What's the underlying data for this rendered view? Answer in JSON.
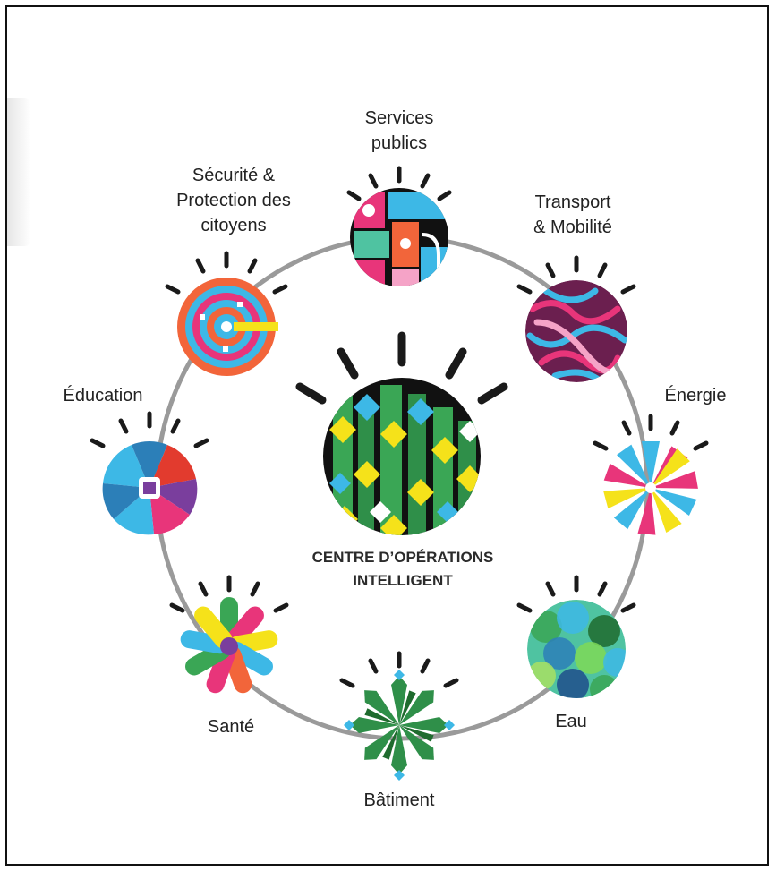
{
  "diagram": {
    "center": {
      "line1": "CENTRE D’OPÉRATIONS",
      "line2": "INTELLIGENT"
    },
    "nodes": {
      "services_publics": {
        "line1": "Services",
        "line2": "publics"
      },
      "transport": {
        "line1": "Transport",
        "line2": "& Mobilité"
      },
      "energie": {
        "label": "Énergie"
      },
      "eau": {
        "label": "Eau"
      },
      "batiment": {
        "label": "Bâtiment"
      },
      "sante": {
        "label": "Santé"
      },
      "education": {
        "label": "Éducation"
      },
      "securite": {
        "line1": "Sécurité &",
        "line2": "Protection des",
        "line3": "citoyens"
      }
    },
    "colors": {
      "ring": "#9a9a9a",
      "rays": "#1a1a1a",
      "pink": "#e8357a",
      "cyan": "#3db8e6",
      "yellow": "#f5e21a",
      "green": "#3aa655",
      "orange": "#f2653a",
      "purple": "#7a3e9d",
      "dark_green": "#1f6b2e"
    }
  }
}
